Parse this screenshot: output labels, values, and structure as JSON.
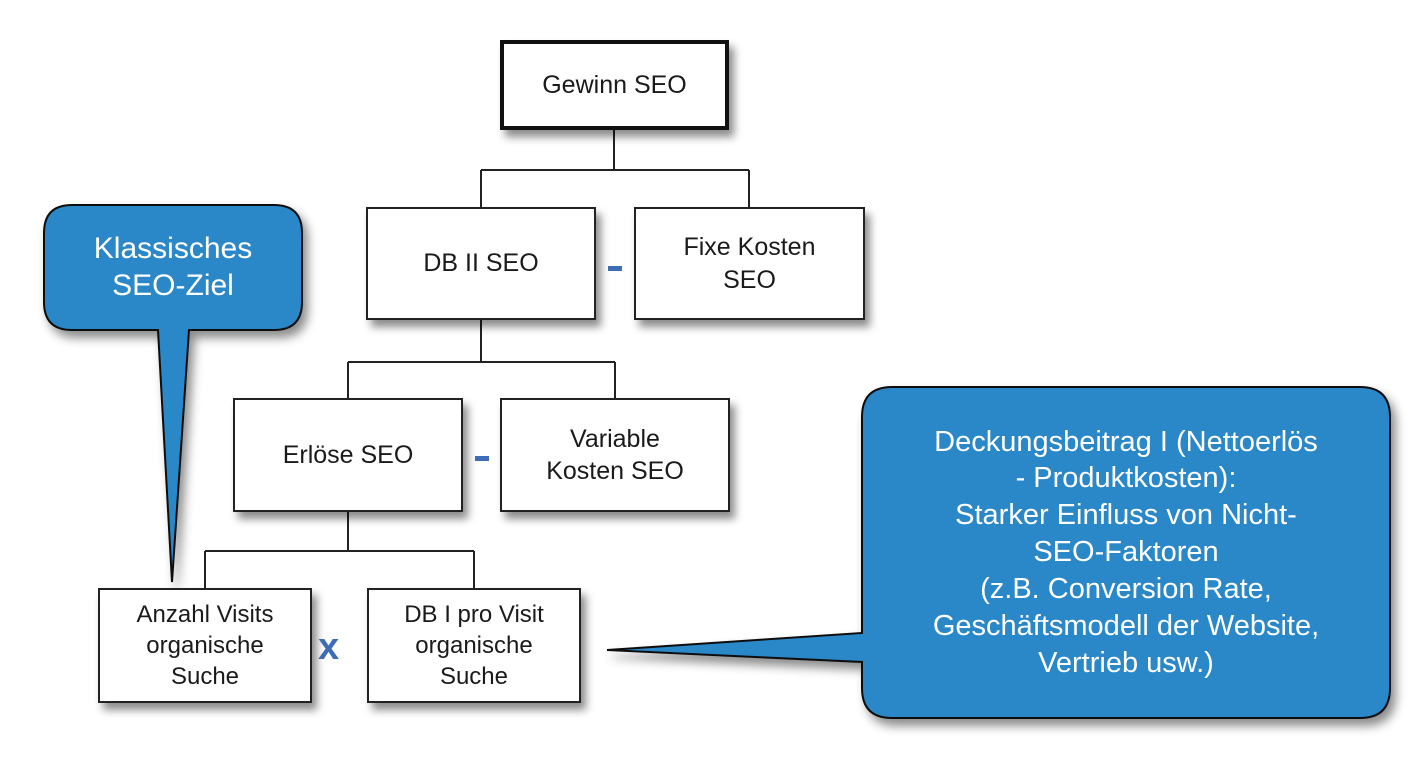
{
  "diagram": {
    "type": "tree",
    "nodes": {
      "gewinn": "Gewinn SEO",
      "db2": "DB II SEO",
      "fixe_kosten": "Fixe Kosten\nSEO",
      "erloese": "Erlöse SEO",
      "variable_kosten": "Variable\nKosten SEO",
      "anzahl_visits": "Anzahl Visits\norganische\nSuche",
      "db1_pro_visit": "DB I pro Visit\norganische\nSuche"
    },
    "operators": {
      "db2_minus_fixe": "-",
      "erloese_minus_variable": "-",
      "visits_times_db1": "x"
    },
    "edges": [
      [
        "gewinn",
        "db2"
      ],
      [
        "gewinn",
        "fixe_kosten"
      ],
      [
        "db2",
        "erloese"
      ],
      [
        "db2",
        "variable_kosten"
      ],
      [
        "erloese",
        "anzahl_visits"
      ],
      [
        "erloese",
        "db1_pro_visit"
      ]
    ],
    "callouts": {
      "left": {
        "text": "Klassisches\nSEO-Ziel",
        "points_to": "anzahl_visits"
      },
      "right": {
        "text": "Deckungsbeitrag I (Nettoerlös\n- Produktkosten):\nStarker Einfluss von Nicht-\nSEO-Faktoren\n(z.B. Conversion Rate,\nGeschäftsmodell der Website,\nVertrieb usw.)",
        "points_to": "db1_pro_visit"
      }
    },
    "colors": {
      "callout_fill": "#2a87c8",
      "operator": "#3d6db5",
      "node_border": "#222222"
    }
  }
}
